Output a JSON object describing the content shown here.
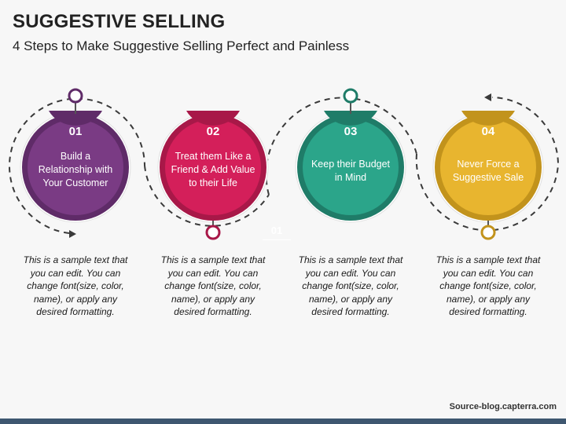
{
  "header": {
    "title": "SUGGESTIVE SELLING",
    "subtitle": "4 Steps to Make Suggestive Selling Perfect and Painless"
  },
  "steps": [
    {
      "number": "01",
      "label": "Build a Relationship with Your Customer",
      "color": "#7a3b84",
      "dark": "#5f2b68",
      "description": "This is a sample text that you can edit. You can change font(size, color, name), or apply any desired formatting."
    },
    {
      "number": "02",
      "label": "Treat them Like a Friend & Add Value to their Life",
      "color": "#d41f5a",
      "dark": "#a81848",
      "description": "This is a sample text that you can edit. You can change font(size, color, name), or apply any desired formatting."
    },
    {
      "number": "03",
      "label": "Keep their Budget in Mind",
      "color": "#2ba58a",
      "dark": "#1f7c68",
      "description": "This is a sample text that you can edit. You can change font(size, color, name), or apply any desired formatting."
    },
    {
      "number": "04",
      "label": "Never Force a Suggestive Sale",
      "color": "#e8b52f",
      "dark": "#c2931c",
      "description": "This is a sample text that you can edit. You can change font(size, color, name), or apply any desired formatting."
    }
  ],
  "stray_label": "01",
  "source": "Source-blog.capterra.com"
}
